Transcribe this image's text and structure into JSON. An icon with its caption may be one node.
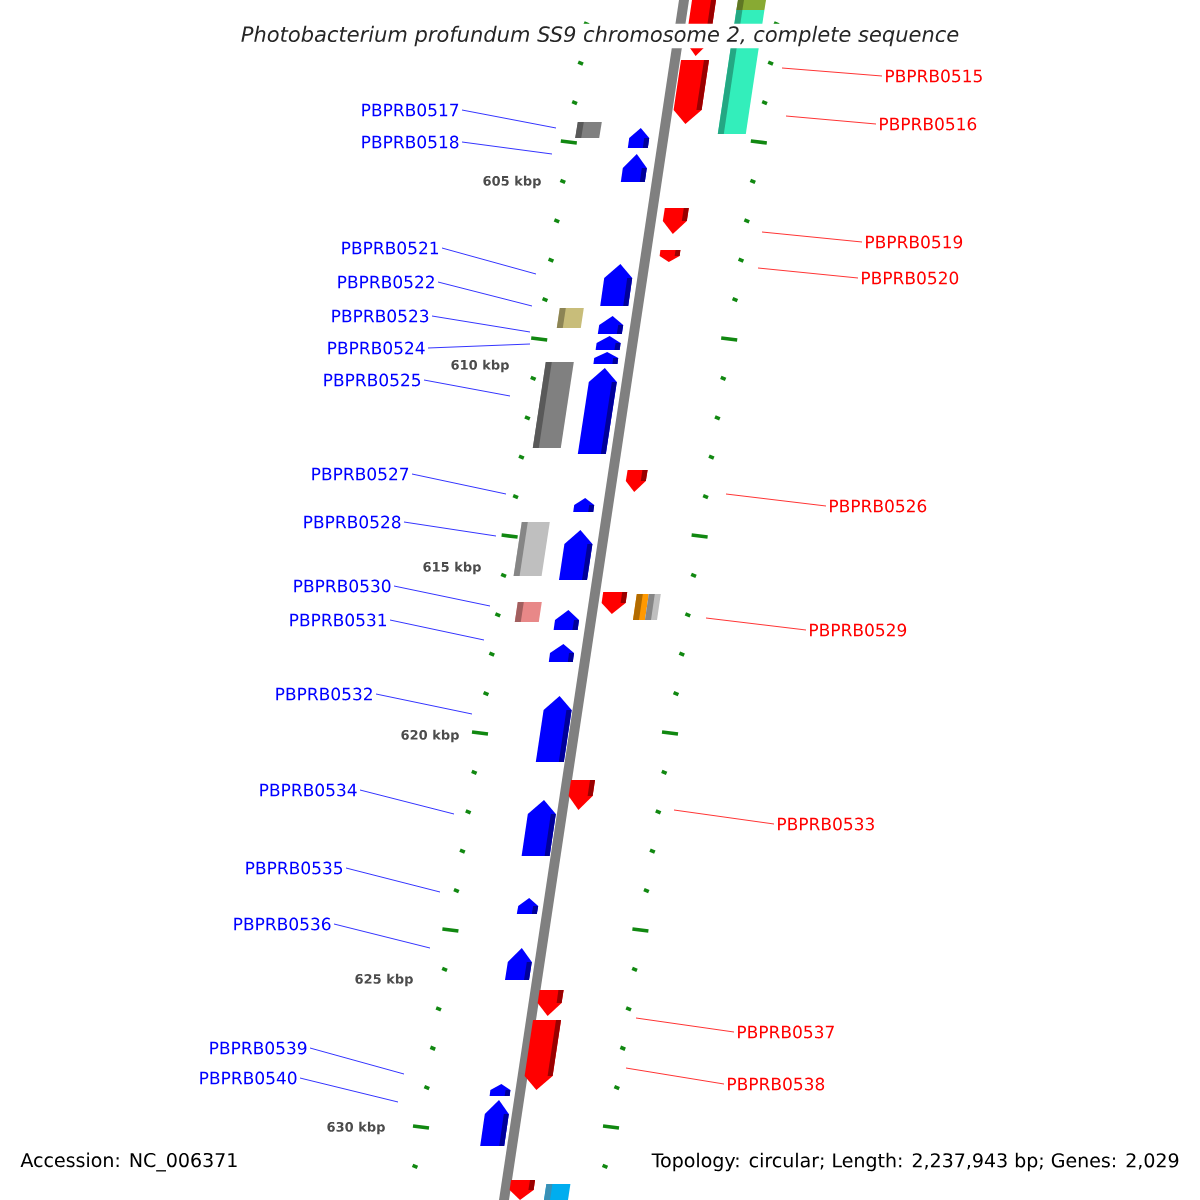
{
  "diagram": {
    "title": "Photobacterium profundum SS9 chromosome 2, complete sequence",
    "nodes": [
      {
        "text": [
          "PBPRB0515"
        ]
      },
      {
        "text": [
          "PBPRB0517"
        ]
      },
      {
        "text": [
          "PBPRB0516"
        ]
      },
      {
        "text": [
          "PBPRB0518"
        ]
      },
      {
        "text": [
          "PBPRB0519"
        ]
      },
      {
        "text": [
          "PBPRB0521"
        ]
      },
      {
        "text": [
          "PBPRB0520"
        ]
      },
      {
        "text": [
          "PBPRB0522"
        ]
      },
      {
        "text": [
          "PBPRB0523"
        ]
      },
      {
        "text": [
          "PBPRB0524"
        ]
      },
      {
        "text": [
          "PBPRB0525"
        ]
      },
      {
        "text": [
          "PBPRB0527"
        ]
      },
      {
        "text": [
          "PBPRB0526"
        ]
      },
      {
        "text": [
          "PBPRB0528"
        ]
      },
      {
        "text": [
          "PBPRB0530"
        ]
      },
      {
        "text": [
          "PBPRB0531"
        ]
      },
      {
        "text": [
          "PBPRB0529"
        ]
      },
      {
        "text": [
          "PBPRB0532"
        ]
      },
      {
        "text": [
          "PBPRB0534"
        ]
      },
      {
        "text": [
          "PBPRB0533"
        ]
      },
      {
        "text": [
          "PBPRB0535"
        ]
      },
      {
        "text": [
          "PBPRB0536"
        ]
      },
      {
        "text": [
          "PBPRB0537"
        ]
      },
      {
        "text": [
          "PBPRB0539"
        ]
      },
      {
        "text": [
          "PBPRB0540"
        ]
      },
      {
        "text": [
          "PBPRB0538"
        ]
      }
    ],
    "edges": [
      {
        "from": 0,
        "to": null,
        "arrow": "none",
        "color": "#ff0000"
      },
      {
        "from": 1,
        "to": null,
        "arrow": "none"
      },
      {
        "from": 2,
        "to": null,
        "arrow": "none",
        "color": "#ff0000"
      },
      {
        "from": 3,
        "to": null,
        "arrow": "none"
      },
      {
        "from": 4,
        "to": null,
        "arrow": "none",
        "color": "#ff0000"
      },
      {
        "from": 5,
        "to": null,
        "arrow": "none"
      },
      {
        "from": 6,
        "to": null,
        "arrow": "none",
        "color": "#ff0000"
      },
      {
        "from": 7,
        "to": null,
        "arrow": "none"
      },
      {
        "from": 8,
        "to": null,
        "arrow": "none"
      },
      {
        "from": 9,
        "to": null,
        "arrow": "none"
      },
      {
        "from": 10,
        "to": null,
        "arrow": "none"
      },
      {
        "from": 11,
        "to": null,
        "arrow": "none"
      },
      {
        "from": 12,
        "to": null,
        "arrow": "none",
        "color": "#ff0000"
      },
      {
        "from": 13,
        "to": null,
        "arrow": "none"
      },
      {
        "from": 14,
        "to": null,
        "arrow": "none"
      },
      {
        "from": 15,
        "to": null,
        "arrow": "none"
      },
      {
        "from": 16,
        "to": null,
        "arrow": "none",
        "color": "#ff0000"
      },
      {
        "from": 17,
        "to": null,
        "arrow": "none"
      },
      {
        "from": 18,
        "to": null,
        "arrow": "none"
      },
      {
        "from": 19,
        "to": null,
        "arrow": "none",
        "color": "#ff0000"
      },
      {
        "from": 20,
        "to": null,
        "arrow": "none"
      },
      {
        "from": 21,
        "to": null,
        "arrow": "none"
      },
      {
        "from": 22,
        "to": null,
        "arrow": "none",
        "color": "#ff0000"
      },
      {
        "from": 23,
        "to": null,
        "arrow": "none"
      },
      {
        "from": 24,
        "to": null,
        "arrow": "none"
      },
      {
        "from": 25,
        "to": null,
        "arrow": "none",
        "color": "#ff0000"
      }
    ],
    "labels": [
      "605 kbp",
      "610 kbp",
      "615 kbp",
      "620 kbp",
      "625 kbp",
      "630 kbp",
      "Accession: NC_006371",
      "Topology: circular; Length: 2,237,943 bp; Genes: 2,029"
    ]
  }
}
